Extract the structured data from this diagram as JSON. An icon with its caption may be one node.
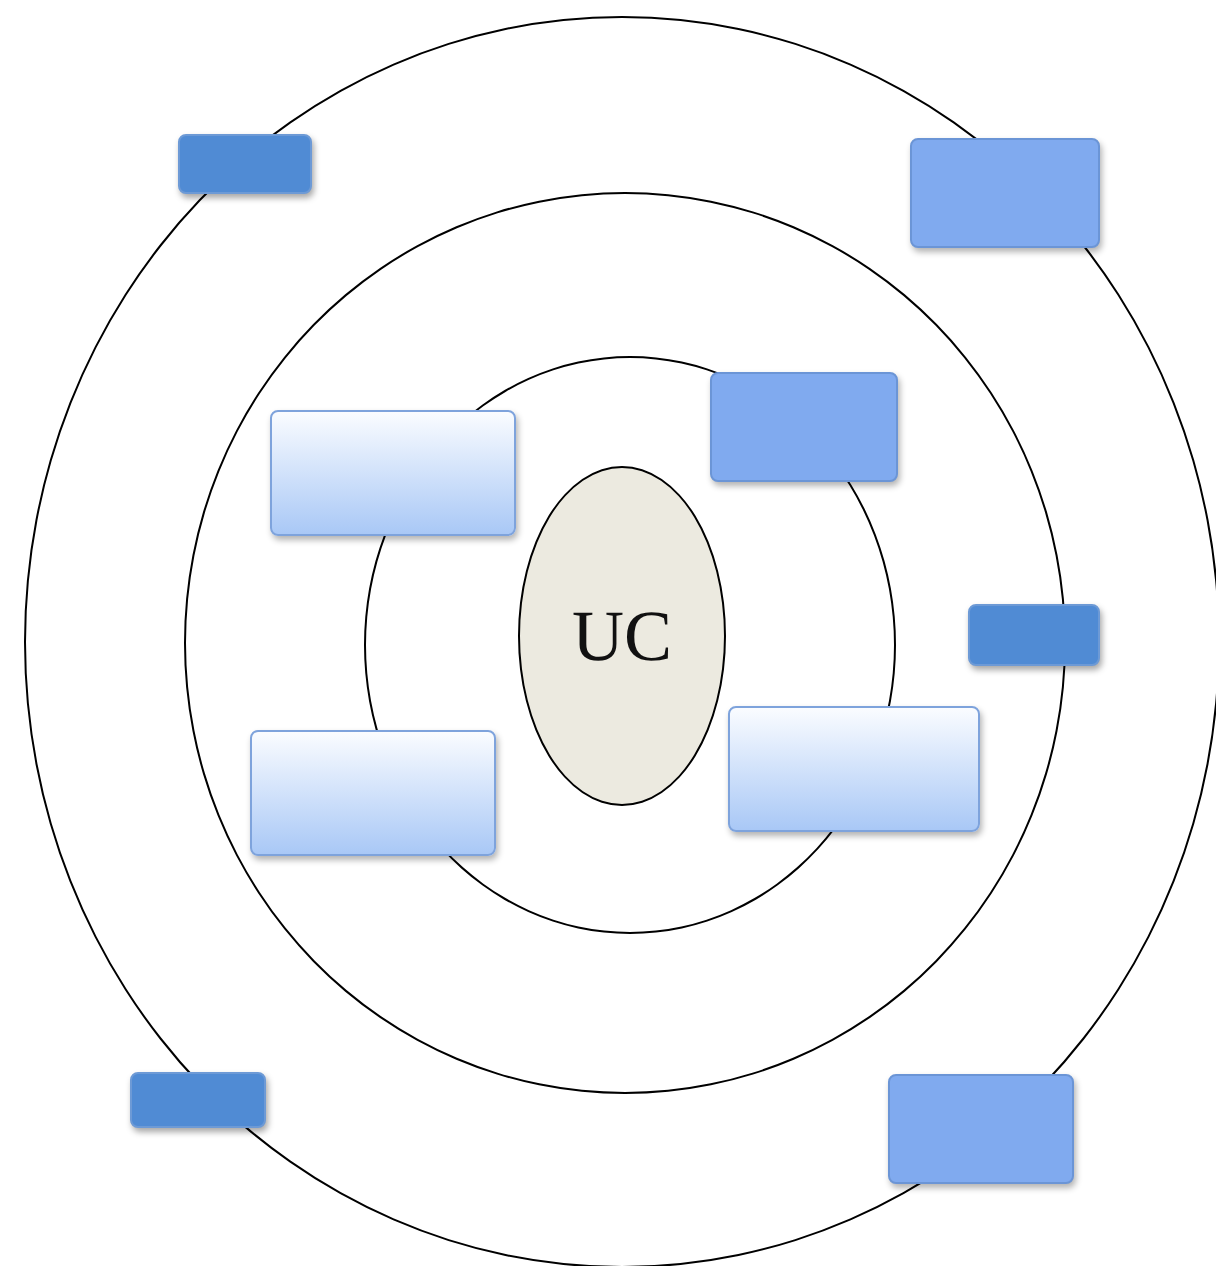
{
  "diagram": {
    "nodes": [
      {
        "text": [],
        "shape": "circle"
      },
      {
        "text": [],
        "shape": "circle",
        "in": 0
      },
      {
        "text": [],
        "shape": "circle",
        "in": 1
      },
      {
        "text": [
          "UC"
        ],
        "in": 2
      },
      {
        "text": [],
        "shape": "box",
        "in": 0
      },
      {
        "text": [],
        "shape": "box",
        "in": 0
      },
      {
        "text": [],
        "shape": "box",
        "in": 2
      },
      {
        "text": [],
        "shape": "box",
        "in": 1
      },
      {
        "text": [],
        "shape": "box",
        "in": 0
      },
      {
        "text": [],
        "shape": "box",
        "in": 1
      },
      {
        "text": [],
        "shape": "box",
        "in": 1
      },
      {
        "text": [],
        "shape": "box",
        "in": 0
      },
      {
        "text": [],
        "shape": "box",
        "in": 0
      }
    ]
  }
}
